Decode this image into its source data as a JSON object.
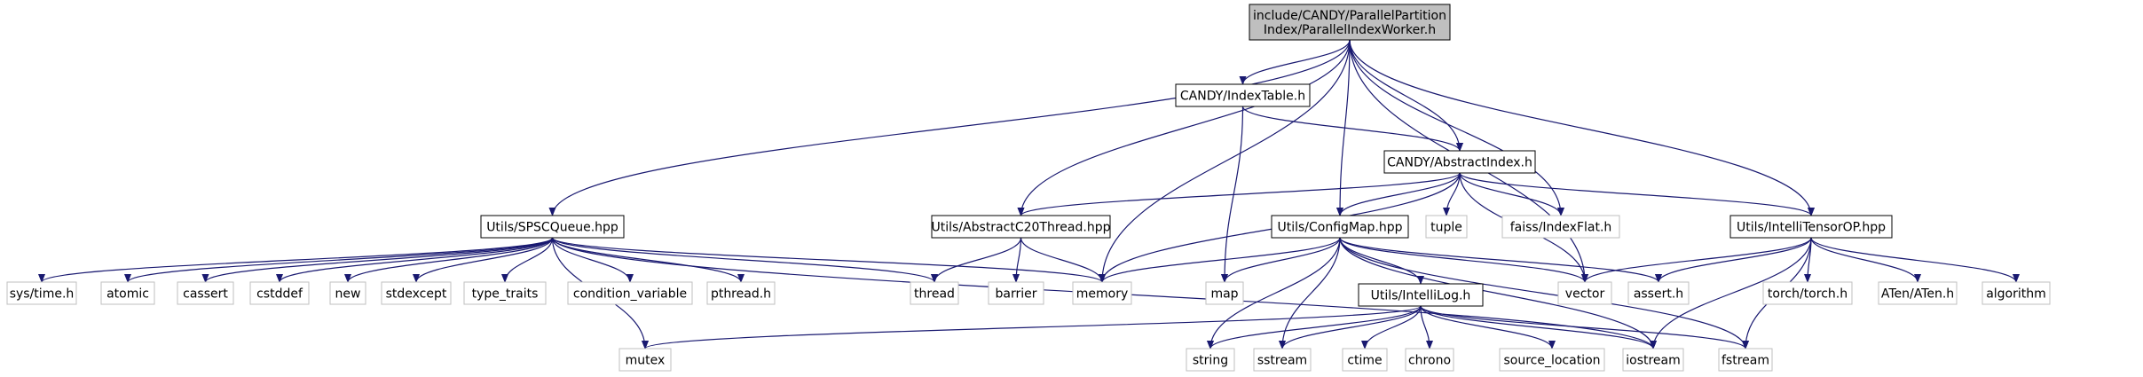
{
  "graph": {
    "edge_color": "#191970",
    "root_fill": "#bfbfbf",
    "external_border": "#bfbfbf",
    "nodes": [
      {
        "id": "root",
        "lines": [
          "include/CANDY/ParallelPartition",
          "Index/ParallelIndexWorker.h"
        ],
        "kind": "root"
      },
      {
        "id": "indextable",
        "lines": [
          "CANDY/IndexTable.h"
        ],
        "kind": "internal"
      },
      {
        "id": "abstractindex",
        "lines": [
          "CANDY/AbstractIndex.h"
        ],
        "kind": "internal"
      },
      {
        "id": "spsc",
        "lines": [
          "Utils/SPSCQueue.hpp"
        ],
        "kind": "internal"
      },
      {
        "id": "c20thread",
        "lines": [
          "Utils/AbstractC20Thread.hpp"
        ],
        "kind": "internal"
      },
      {
        "id": "configmap",
        "lines": [
          "Utils/ConfigMap.hpp"
        ],
        "kind": "internal"
      },
      {
        "id": "intellitensor",
        "lines": [
          "Utils/IntelliTensorOP.hpp"
        ],
        "kind": "internal"
      },
      {
        "id": "intellilog",
        "lines": [
          "Utils/IntelliLog.h"
        ],
        "kind": "internal"
      },
      {
        "id": "tuple",
        "lines": [
          "tuple"
        ],
        "kind": "external"
      },
      {
        "id": "faiss",
        "lines": [
          "faiss/IndexFlat.h"
        ],
        "kind": "external"
      },
      {
        "id": "systime",
        "lines": [
          "sys/time.h"
        ],
        "kind": "external"
      },
      {
        "id": "atomic",
        "lines": [
          "atomic"
        ],
        "kind": "external"
      },
      {
        "id": "cassert",
        "lines": [
          "cassert"
        ],
        "kind": "external"
      },
      {
        "id": "cstddef",
        "lines": [
          "cstddef"
        ],
        "kind": "external"
      },
      {
        "id": "new",
        "lines": [
          "new"
        ],
        "kind": "external"
      },
      {
        "id": "stdexcept",
        "lines": [
          "stdexcept"
        ],
        "kind": "external"
      },
      {
        "id": "typetraits",
        "lines": [
          "type_traits"
        ],
        "kind": "external"
      },
      {
        "id": "condvar",
        "lines": [
          "condition_variable"
        ],
        "kind": "external"
      },
      {
        "id": "pthread",
        "lines": [
          "pthread.h"
        ],
        "kind": "external"
      },
      {
        "id": "thread",
        "lines": [
          "thread"
        ],
        "kind": "external"
      },
      {
        "id": "barrier",
        "lines": [
          "barrier"
        ],
        "kind": "external"
      },
      {
        "id": "memory",
        "lines": [
          "memory"
        ],
        "kind": "external"
      },
      {
        "id": "map",
        "lines": [
          "map"
        ],
        "kind": "external"
      },
      {
        "id": "vector",
        "lines": [
          "vector"
        ],
        "kind": "external"
      },
      {
        "id": "asserth",
        "lines": [
          "assert.h"
        ],
        "kind": "external"
      },
      {
        "id": "torch",
        "lines": [
          "torch/torch.h"
        ],
        "kind": "external"
      },
      {
        "id": "aten",
        "lines": [
          "ATen/ATen.h"
        ],
        "kind": "external"
      },
      {
        "id": "algorithm",
        "lines": [
          "algorithm"
        ],
        "kind": "external"
      },
      {
        "id": "mutex",
        "lines": [
          "mutex"
        ],
        "kind": "external"
      },
      {
        "id": "string",
        "lines": [
          "string"
        ],
        "kind": "external"
      },
      {
        "id": "sstream",
        "lines": [
          "sstream"
        ],
        "kind": "external"
      },
      {
        "id": "ctime",
        "lines": [
          "ctime"
        ],
        "kind": "external"
      },
      {
        "id": "chrono",
        "lines": [
          "chrono"
        ],
        "kind": "external"
      },
      {
        "id": "sourceloc",
        "lines": [
          "source_location"
        ],
        "kind": "external"
      },
      {
        "id": "iostream",
        "lines": [
          "iostream"
        ],
        "kind": "external"
      },
      {
        "id": "fstream",
        "lines": [
          "fstream"
        ],
        "kind": "external"
      }
    ],
    "edges": [
      [
        "root",
        "indextable"
      ],
      [
        "root",
        "abstractindex"
      ],
      [
        "root",
        "spsc"
      ],
      [
        "root",
        "c20thread"
      ],
      [
        "root",
        "configmap"
      ],
      [
        "root",
        "intellitensor"
      ],
      [
        "root",
        "memory"
      ],
      [
        "root",
        "faiss"
      ],
      [
        "root",
        "vector"
      ],
      [
        "indextable",
        "abstractindex"
      ],
      [
        "indextable",
        "map"
      ],
      [
        "abstractindex",
        "c20thread"
      ],
      [
        "abstractindex",
        "configmap"
      ],
      [
        "abstractindex",
        "intellitensor"
      ],
      [
        "abstractindex",
        "tuple"
      ],
      [
        "abstractindex",
        "faiss"
      ],
      [
        "abstractindex",
        "memory"
      ],
      [
        "abstractindex",
        "vector"
      ],
      [
        "spsc",
        "systime"
      ],
      [
        "spsc",
        "atomic"
      ],
      [
        "spsc",
        "cassert"
      ],
      [
        "spsc",
        "cstddef"
      ],
      [
        "spsc",
        "new"
      ],
      [
        "spsc",
        "stdexcept"
      ],
      [
        "spsc",
        "typetraits"
      ],
      [
        "spsc",
        "condvar"
      ],
      [
        "spsc",
        "pthread"
      ],
      [
        "spsc",
        "thread"
      ],
      [
        "spsc",
        "memory"
      ],
      [
        "spsc",
        "mutex"
      ],
      [
        "spsc",
        "iostream"
      ],
      [
        "c20thread",
        "thread"
      ],
      [
        "c20thread",
        "barrier"
      ],
      [
        "c20thread",
        "memory"
      ],
      [
        "configmap",
        "memory"
      ],
      [
        "configmap",
        "map"
      ],
      [
        "configmap",
        "intellilog"
      ],
      [
        "configmap",
        "vector"
      ],
      [
        "configmap",
        "asserth"
      ],
      [
        "configmap",
        "string"
      ],
      [
        "configmap",
        "sstream"
      ],
      [
        "configmap",
        "iostream"
      ],
      [
        "configmap",
        "fstream"
      ],
      [
        "intellitensor",
        "vector"
      ],
      [
        "intellitensor",
        "asserth"
      ],
      [
        "intellitensor",
        "torch"
      ],
      [
        "intellitensor",
        "aten"
      ],
      [
        "intellitensor",
        "algorithm"
      ],
      [
        "intellitensor",
        "iostream"
      ],
      [
        "intellitensor",
        "fstream"
      ],
      [
        "intellilog",
        "mutex"
      ],
      [
        "intellilog",
        "string"
      ],
      [
        "intellilog",
        "sstream"
      ],
      [
        "intellilog",
        "ctime"
      ],
      [
        "intellilog",
        "chrono"
      ],
      [
        "intellilog",
        "sourceloc"
      ],
      [
        "intellilog",
        "iostream"
      ],
      [
        "intellilog",
        "fstream"
      ]
    ]
  }
}
